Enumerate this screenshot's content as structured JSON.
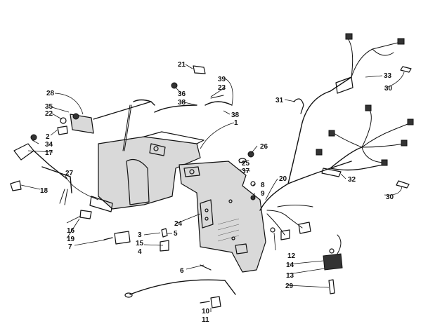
{
  "callouts": [
    {
      "id": "c1",
      "label": "1"
    },
    {
      "id": "c2",
      "label": "2"
    },
    {
      "id": "c3",
      "label": "3"
    },
    {
      "id": "c4",
      "label": "4"
    },
    {
      "id": "c5",
      "label": "5"
    },
    {
      "id": "c6",
      "label": "6"
    },
    {
      "id": "c7",
      "label": "7"
    },
    {
      "id": "c8",
      "label": "8"
    },
    {
      "id": "c9",
      "label": "9"
    },
    {
      "id": "c10",
      "label": "10"
    },
    {
      "id": "c11",
      "label": "11"
    },
    {
      "id": "c12",
      "label": "12"
    },
    {
      "id": "c13",
      "label": "13"
    },
    {
      "id": "c14",
      "label": "14"
    },
    {
      "id": "c15",
      "label": "15"
    },
    {
      "id": "c16",
      "label": "16"
    },
    {
      "id": "c17",
      "label": "17"
    },
    {
      "id": "c18",
      "label": "18"
    },
    {
      "id": "c19",
      "label": "19"
    },
    {
      "id": "c20",
      "label": "20"
    },
    {
      "id": "c21",
      "label": "21"
    },
    {
      "id": "c22",
      "label": "22"
    },
    {
      "id": "c23",
      "label": "23"
    },
    {
      "id": "c24",
      "label": "24"
    },
    {
      "id": "c25",
      "label": "25"
    },
    {
      "id": "c26",
      "label": "26"
    },
    {
      "id": "c27",
      "label": "27"
    },
    {
      "id": "c28",
      "label": "28"
    },
    {
      "id": "c29",
      "label": "29"
    },
    {
      "id": "c30a",
      "label": "30"
    },
    {
      "id": "c30b",
      "label": "30"
    },
    {
      "id": "c31",
      "label": "31"
    },
    {
      "id": "c32",
      "label": "32"
    },
    {
      "id": "c33",
      "label": "33"
    },
    {
      "id": "c34",
      "label": "34"
    },
    {
      "id": "c35",
      "label": "35"
    },
    {
      "id": "c36",
      "label": "36"
    },
    {
      "id": "c37",
      "label": "37"
    },
    {
      "id": "c38a",
      "label": "38"
    },
    {
      "id": "c38b",
      "label": "38"
    },
    {
      "id": "c39",
      "label": "39"
    }
  ]
}
